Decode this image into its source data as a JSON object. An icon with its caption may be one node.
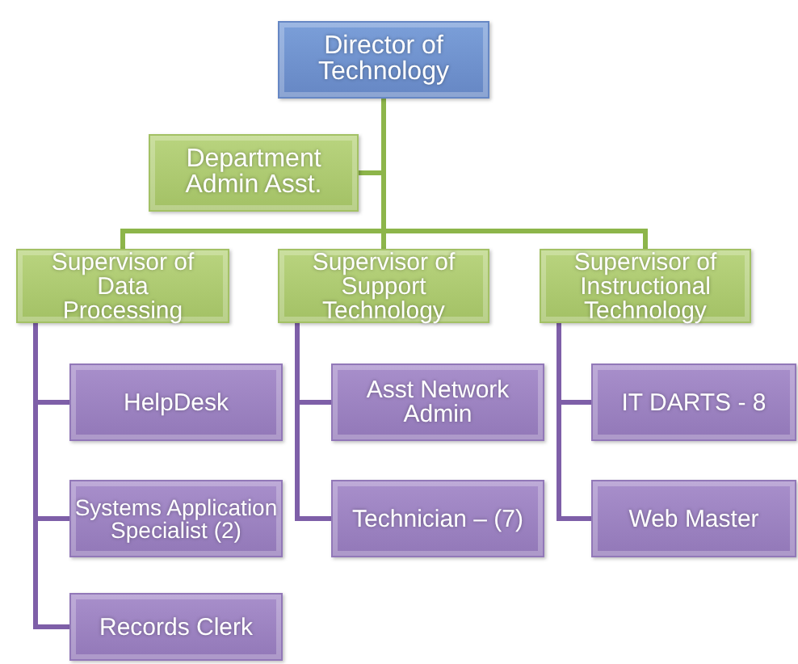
{
  "diagram": {
    "nodes": [
      {
        "text": [
          "Director of Technology"
        ]
      },
      {
        "text": [
          "Department Admin Asst."
        ]
      },
      {
        "text": [
          "Supervisor of Data Processing"
        ]
      },
      {
        "text": [
          "Supervisor of Support Technology"
        ]
      },
      {
        "text": [
          "Supervisor of Instructional Technology"
        ]
      },
      {
        "text": [
          "HelpDesk"
        ]
      },
      {
        "text": [
          "Asst Network Admin"
        ]
      },
      {
        "text": [
          "IT DARTS - 8"
        ]
      },
      {
        "text": [
          "Systems Application Specialist (2)"
        ]
      },
      {
        "text": [
          "Technician – (7)"
        ]
      },
      {
        "text": [
          "Web Master"
        ]
      },
      {
        "text": [
          "Records Clerk"
        ]
      }
    ],
    "edges": [
      {
        "from": 0,
        "to": 1,
        "arrow": "none",
        "color": "#8db54a"
      },
      {
        "from": 0,
        "to": 2,
        "arrow": "none",
        "color": "#8db54a"
      },
      {
        "from": 0,
        "to": 3,
        "arrow": "none",
        "color": "#8db54a"
      },
      {
        "from": 0,
        "to": 4,
        "arrow": "none",
        "color": "#8db54a"
      },
      {
        "from": 2,
        "to": 5,
        "arrow": "none"
      },
      {
        "from": 2,
        "to": 8,
        "arrow": "none"
      },
      {
        "from": 2,
        "to": 11,
        "arrow": "none"
      },
      {
        "from": 3,
        "to": 6,
        "arrow": "none"
      },
      {
        "from": 3,
        "to": 9,
        "arrow": "none"
      },
      {
        "from": 4,
        "to": 7,
        "arrow": "none"
      },
      {
        "from": 4,
        "to": 10,
        "arrow": "none"
      }
    ]
  }
}
